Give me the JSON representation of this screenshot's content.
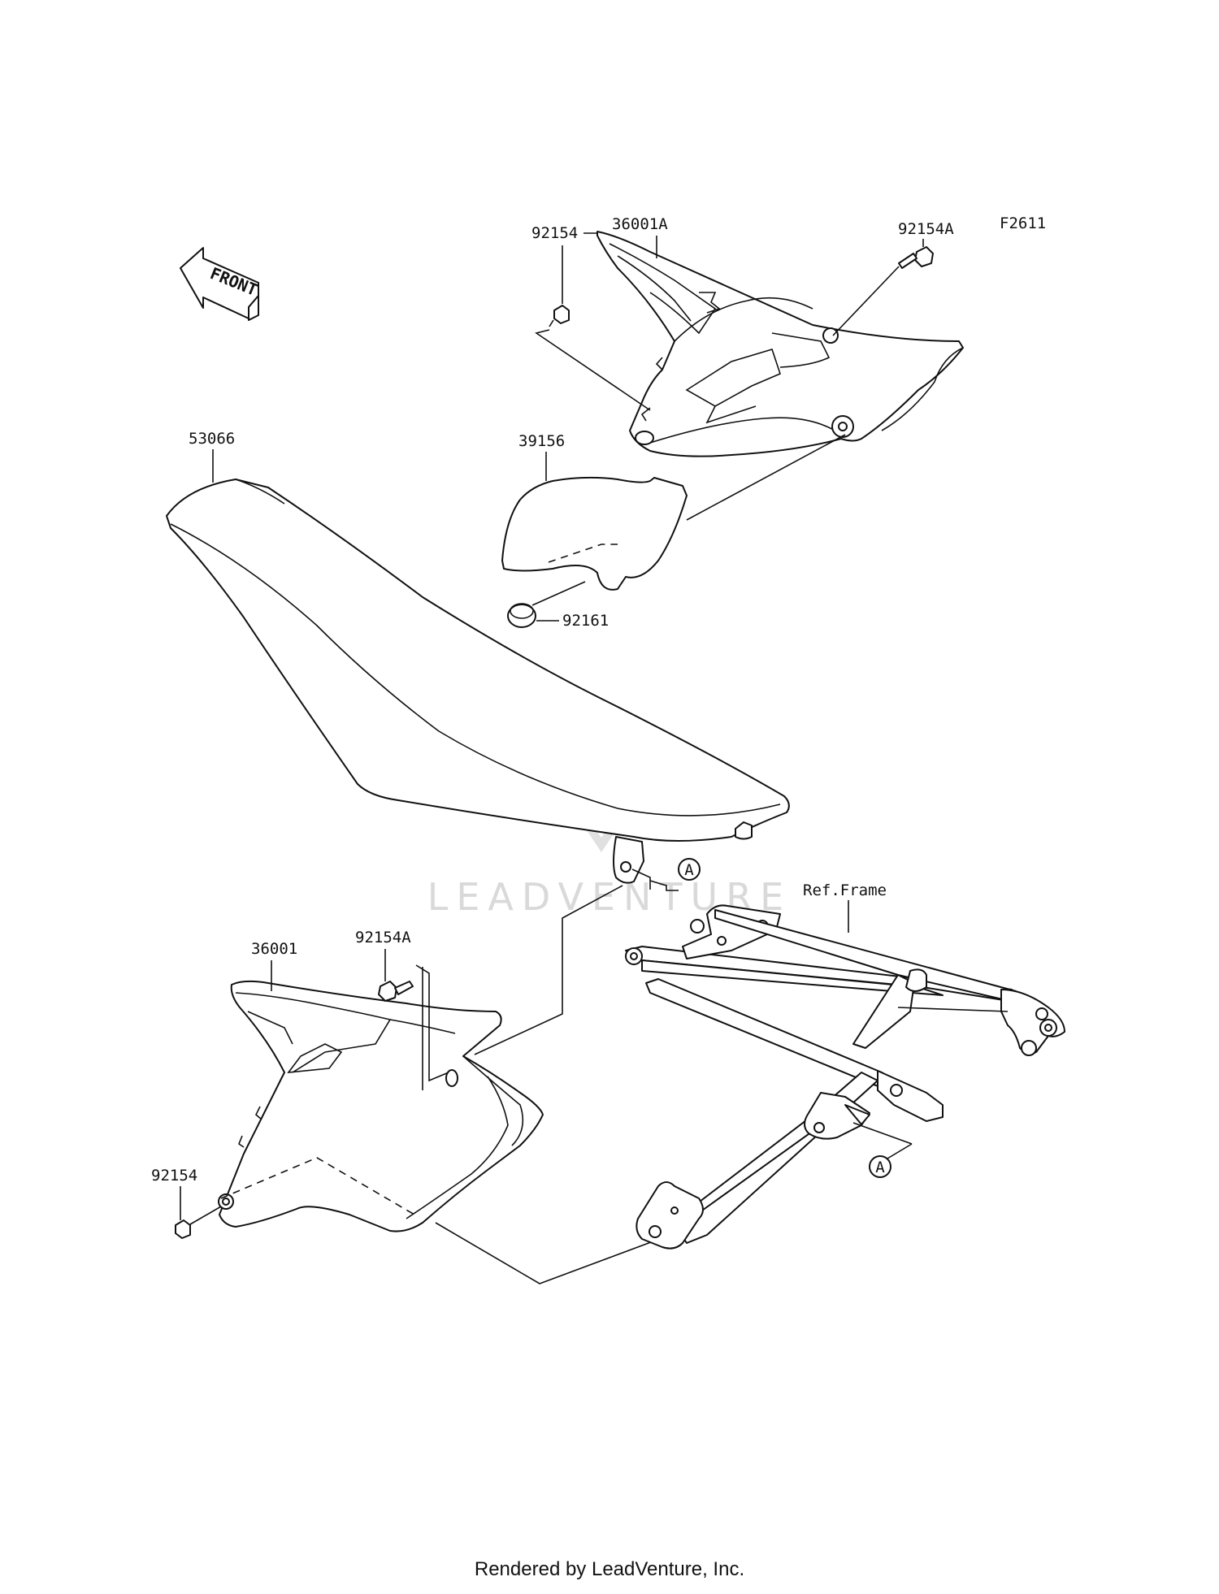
{
  "figure_code": "F2611",
  "front_arrow_text": "FRONT",
  "ref_frame_label": "Ref.Frame",
  "connector_letter": "A",
  "parts": {
    "p_36001A": "36001A",
    "p_92154A_top": "92154A",
    "p_92154_top": "92154",
    "p_39156": "39156",
    "p_53066": "53066",
    "p_92161": "92161",
    "p_92154A_bottom": "92154A",
    "p_36001": "36001",
    "p_92154_bottom": "92154"
  },
  "watermark": "LEADVENTURE",
  "footer": "Rendered by LeadVenture, Inc."
}
